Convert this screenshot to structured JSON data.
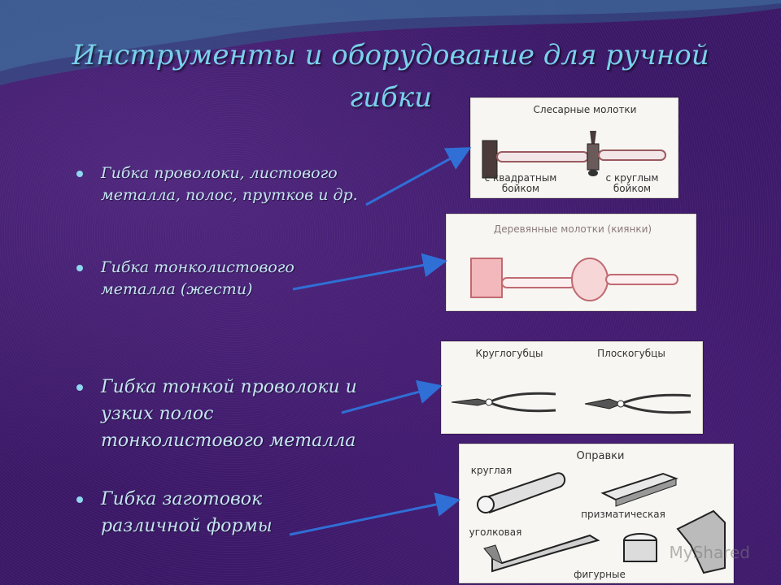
{
  "slide": {
    "title_line1": "Инструменты и оборудование для ручной",
    "title_line2": "гибки",
    "bullets": [
      {
        "line1": "Гибка проволоки, листового",
        "line2": "металла, полос, прутков и др."
      },
      {
        "line1": "Гибка тонколистового",
        "line2": "металла (жести)"
      },
      {
        "line1": "Гибка тонкой проволоки и",
        "line2": "узких полос",
        "line3": "тонколистового металла"
      },
      {
        "line1": "Гибка заготовок",
        "line2": "различной формы"
      }
    ]
  },
  "panels": {
    "hammers": {
      "title": "Слесарные молотки",
      "left_caption_1": "с квадратным",
      "left_caption_2": "бойком",
      "right_caption_1": "с круглым",
      "right_caption_2": "бойком"
    },
    "mallets": {
      "title": "Деревянные молотки (киянки)"
    },
    "pliers": {
      "left_title": "Круглогубцы",
      "right_title": "Плоскогубцы"
    },
    "mandrels": {
      "title": "Оправки",
      "round": "круглая",
      "prismatic": "призматическая",
      "angle": "уголковая",
      "shaped": "фигурные"
    }
  },
  "watermark": "MyShared",
  "colors": {
    "background": "#3b1867",
    "title": "#7ad0ec",
    "bullet_text": "#c4e4f2",
    "arrow": "#2f6fd6"
  }
}
